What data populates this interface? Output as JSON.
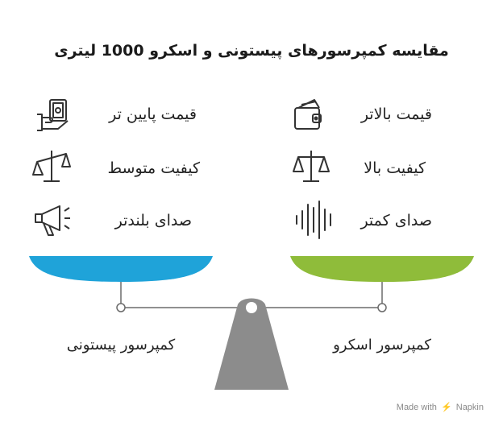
{
  "title": "مقایسه کمپرسورهای پیستونی و اسکرو 1000 لیتری",
  "right_side": {
    "caption": "کمپرسور اسکرو",
    "color": "#8fbc3a",
    "items": [
      {
        "label": "قیمت بالاتر",
        "icon": "wallet-icon"
      },
      {
        "label": "کیفیت بالا",
        "icon": "balanced-scale-icon"
      },
      {
        "label": "صدای کمتر",
        "icon": "sound-wave-icon"
      }
    ]
  },
  "left_side": {
    "caption": "کمپرسور پیستونی",
    "color": "#1fa3d9",
    "items": [
      {
        "label": "قیمت پایین تر",
        "icon": "money-hand-icon"
      },
      {
        "label": "کیفیت متوسط",
        "icon": "tilted-scale-icon"
      },
      {
        "label": "صدای بلندتر",
        "icon": "megaphone-icon"
      }
    ]
  },
  "colors": {
    "fulcrum": "#8c8c8c",
    "beam": "#6b6b6b"
  },
  "footer": {
    "made_with": "Made with",
    "brand": "Napkin"
  }
}
